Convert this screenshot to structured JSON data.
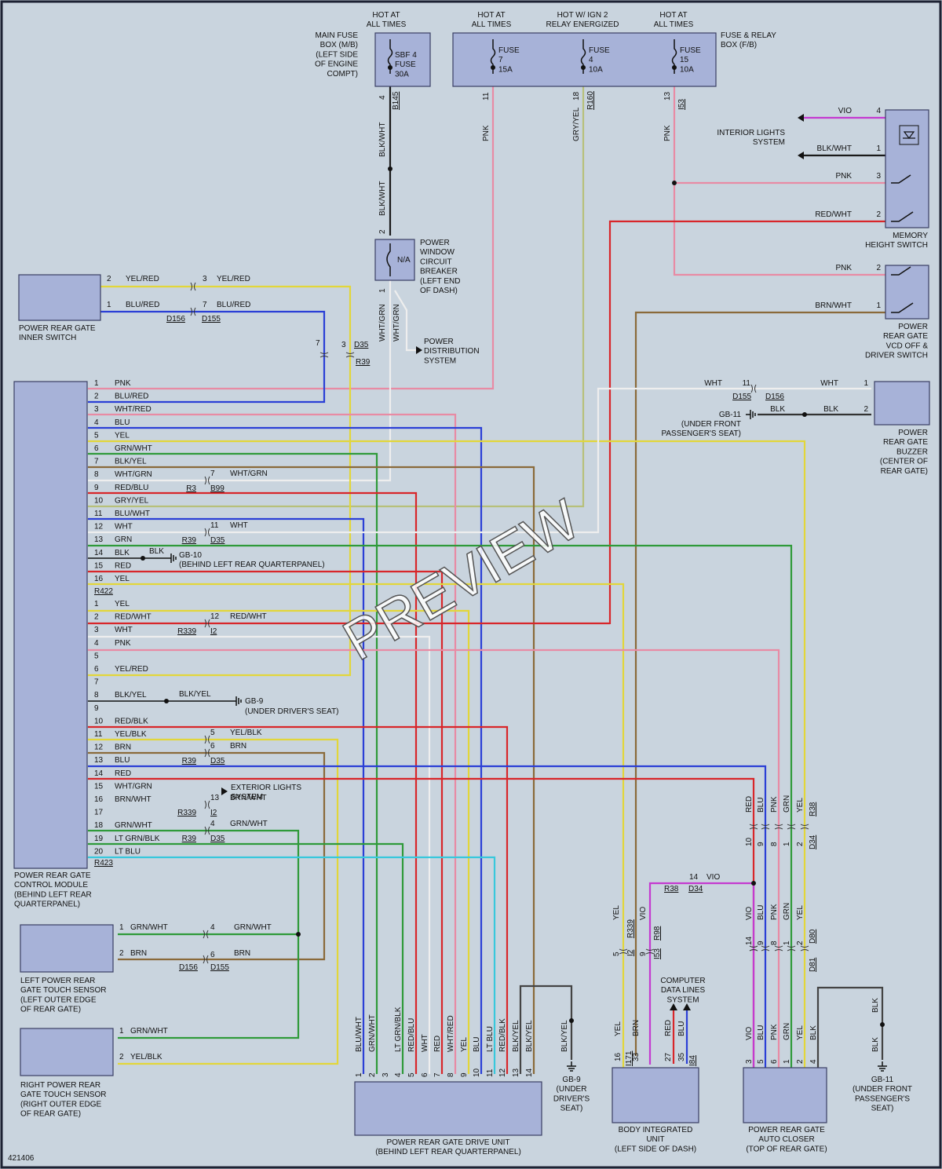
{
  "diagram_id": "421406",
  "watermark": "PREVIEW",
  "top_headers": [
    [
      "HOT AT",
      "ALL TIMES"
    ],
    [
      "HOT AT",
      "ALL TIMES"
    ],
    [
      "HOT W/ IGN 2",
      "RELAY ENERGIZED"
    ],
    [
      "HOT AT",
      "ALL TIMES"
    ]
  ],
  "main_fuse_box": {
    "label": [
      "MAIN FUSE",
      "BOX (M/B)",
      "(LEFT SIDE",
      "OF ENGINE",
      "COMPT)"
    ],
    "fuse": [
      "SBF 4",
      "FUSE",
      "30A"
    ],
    "pin": "4",
    "connector": "B145",
    "wire": "BLK/WHT"
  },
  "fuse_relay_box": {
    "label": [
      "FUSE & RELAY",
      "BOX (F/B)"
    ],
    "fuses": [
      {
        "text": [
          "FUSE",
          "7",
          "15A"
        ],
        "pin": "11",
        "connector": "",
        "wire": "PNK"
      },
      {
        "text": [
          "FUSE",
          "4",
          "10A"
        ],
        "pin": "18",
        "connector": "R160",
        "wire": "GRY/YEL"
      },
      {
        "text": [
          "FUSE",
          "15",
          "10A"
        ],
        "pin": "13",
        "connector": "I53",
        "wire": "PNK"
      }
    ]
  },
  "breaker": {
    "label": [
      "POWER",
      "WINDOW",
      "CIRCUIT",
      "BREAKER",
      "(LEFT END",
      "OF DASH)"
    ],
    "text": "N/A",
    "pin_top": "2",
    "pin_bottom": "1",
    "wire_top": "BLK/WHT",
    "wire_out1": "WHT/GRN",
    "wire_out2": "WHT/GRN"
  },
  "power_distribution": [
    "POWER",
    "DISTRIBUTION",
    "SYSTEM"
  ],
  "interior_lights": [
    "INTERIOR LIGHTS",
    "SYSTEM"
  ],
  "memory_switch": {
    "label": [
      "MEMORY",
      "HEIGHT SWITCH"
    ],
    "pins": [
      {
        "pin": "4",
        "wire": "VIO"
      },
      {
        "pin": "1",
        "wire": "BLK/WHT"
      },
      {
        "pin": "3",
        "wire": "PNK"
      },
      {
        "pin": "2",
        "wire": "RED/WHT"
      }
    ]
  },
  "vcd_switch": {
    "label": [
      "POWER",
      "REAR GATE",
      "VCD OFF &",
      "DRIVER SWITCH"
    ],
    "pins": [
      {
        "pin": "2",
        "wire": "PNK"
      },
      {
        "pin": "1",
        "wire": "BRN/WHT"
      }
    ]
  },
  "buzzer": {
    "label": [
      "POWER",
      "REAR GATE",
      "BUZZER",
      "(CENTER OF",
      "REAR GATE)"
    ],
    "pins": [
      {
        "pin": "1",
        "wire": "WHT"
      },
      {
        "pin": "2",
        "wire": "BLK"
      }
    ],
    "splice": {
      "pin": "11",
      "left": "D155",
      "right": "D156",
      "wire_left": "WHT"
    },
    "ground": {
      "name": "GB-11",
      "loc": [
        "(UNDER FRONT",
        "PASSENGER'S SEAT)"
      ],
      "wire": "BLK"
    }
  },
  "inner_switch": {
    "label": [
      "POWER REAR GATE",
      "INNER SWITCH"
    ],
    "pins": [
      {
        "pin": "2",
        "wire": "YEL/RED",
        "spin": "3",
        "swire": "YEL/RED"
      },
      {
        "pin": "1",
        "wire": "BLU/RED",
        "spin": "7",
        "swire": "BLU/RED"
      }
    ],
    "conn_left": "D156",
    "conn_right": "D155",
    "d35": {
      "p1": "7",
      "p2": "3",
      "c1": "D35",
      "c2": "R39"
    }
  },
  "module": {
    "label": [
      "POWER REAR GATE",
      "CONTROL MODULE",
      "(BEHIND LEFT REAR",
      "QUARTERPANEL)"
    ],
    "conn1": "R422",
    "conn2": "R423",
    "pins1": [
      {
        "pin": "1",
        "wire": "PNK"
      },
      {
        "pin": "2",
        "wire": "BLU/RED"
      },
      {
        "pin": "3",
        "wire": "WHT/RED"
      },
      {
        "pin": "4",
        "wire": "BLU"
      },
      {
        "pin": "5",
        "wire": "YEL"
      },
      {
        "pin": "6",
        "wire": "GRN/WHT"
      },
      {
        "pin": "7",
        "wire": "BLK/YEL"
      },
      {
        "pin": "8",
        "wire": "WHT/GRN"
      },
      {
        "pin": "9",
        "wire": "RED/BLU"
      },
      {
        "pin": "10",
        "wire": "GRY/YEL"
      },
      {
        "pin": "11",
        "wire": "BLU/WHT"
      },
      {
        "pin": "12",
        "wire": "WHT"
      },
      {
        "pin": "13",
        "wire": "GRN"
      },
      {
        "pin": "14",
        "wire": "BLK"
      },
      {
        "pin": "15",
        "wire": "RED"
      },
      {
        "pin": "16",
        "wire": "YEL"
      }
    ],
    "pins2": [
      {
        "pin": "1",
        "wire": "YEL"
      },
      {
        "pin": "2",
        "wire": "RED/WHT"
      },
      {
        "pin": "3",
        "wire": "WHT"
      },
      {
        "pin": "4",
        "wire": "PNK"
      },
      {
        "pin": "5",
        "wire": ""
      },
      {
        "pin": "6",
        "wire": "YEL/RED"
      },
      {
        "pin": "7",
        "wire": ""
      },
      {
        "pin": "8",
        "wire": "BLK/YEL"
      },
      {
        "pin": "9",
        "wire": ""
      },
      {
        "pin": "10",
        "wire": "RED/BLK"
      },
      {
        "pin": "11",
        "wire": "YEL/BLK"
      },
      {
        "pin": "12",
        "wire": "BRN"
      },
      {
        "pin": "13",
        "wire": "BLU"
      },
      {
        "pin": "14",
        "wire": "RED"
      },
      {
        "pin": "15",
        "wire": "WHT/GRN"
      },
      {
        "pin": "16",
        "wire": "BRN/WHT"
      },
      {
        "pin": "17",
        "wire": ""
      },
      {
        "pin": "18",
        "wire": "GRN/WHT"
      },
      {
        "pin": "19",
        "wire": "LT GRN/BLK"
      },
      {
        "pin": "20",
        "wire": "LT BLU"
      }
    ],
    "inline": [
      {
        "pin": "7",
        "wire": "WHT/GRN",
        "c1": "R3",
        "c2": "B99"
      },
      {
        "pin": "11",
        "wire": "WHT",
        "c1": "R39",
        "c2": "D35"
      },
      {
        "pin": "12",
        "wire": "RED/WHT",
        "c1": "R339",
        "c2": "I2"
      },
      {
        "pin": "5",
        "wire": "YEL/BLK",
        "c1": "",
        "c2": ""
      },
      {
        "pin": "6",
        "wire": "BRN",
        "c1": "R39",
        "c2": "D35"
      },
      {
        "pin": "13",
        "wire": "BRN/WHT",
        "c1": "R339",
        "c2": "I2"
      },
      {
        "pin": "4",
        "wire": "GRN/WHT",
        "c1": "R39",
        "c2": "D35"
      }
    ],
    "gb10": {
      "wire": "BLK",
      "name": "GB-10",
      "loc": "(BEHIND LEFT REAR QUARTERPANEL)"
    },
    "gb9": {
      "wire": "BLK/YEL",
      "name": "GB-9",
      "loc": "(UNDER DRIVER'S SEAT)"
    },
    "exterior": [
      "EXTERIOR LIGHTS",
      "SYSTEM"
    ]
  },
  "left_sensor": {
    "label": [
      "LEFT POWER REAR",
      "GATE TOUCH SENSOR",
      "(LEFT OUTER EDGE",
      "OF REAR GATE)"
    ],
    "pins": [
      {
        "pin": "1",
        "wire": "GRN/WHT",
        "spin": "4",
        "swire": "GRN/WHT"
      },
      {
        "pin": "2",
        "wire": "BRN",
        "spin": "6",
        "swire": "BRN"
      }
    ],
    "conn_left": "D156",
    "conn_right": "D155"
  },
  "right_sensor": {
    "label": [
      "RIGHT POWER REAR",
      "GATE TOUCH SENSOR",
      "(RIGHT OUTER EDGE",
      "OF REAR GATE)"
    ],
    "pins": [
      {
        "pin": "1",
        "wire": "GRN/WHT"
      },
      {
        "pin": "2",
        "wire": "YEL/BLK"
      }
    ]
  },
  "drive_unit": {
    "label": [
      "POWER REAR GATE DRIVE UNIT",
      "(BEHIND LEFT REAR QUARTERPANEL)"
    ],
    "pins": [
      {
        "pin": "1",
        "wire": "BLU/WHT"
      },
      {
        "pin": "2",
        "wire": "GRN/WHT"
      },
      {
        "pin": "3",
        "wire": ""
      },
      {
        "pin": "4",
        "wire": "LT GRN/BLK"
      },
      {
        "pin": "5",
        "wire": "RED/BLU"
      },
      {
        "pin": "6",
        "wire": "WHT"
      },
      {
        "pin": "7",
        "wire": "RED"
      },
      {
        "pin": "8",
        "wire": "WHT/RED"
      },
      {
        "pin": "9",
        "wire": "YEL"
      },
      {
        "pin": "10",
        "wire": "BLU"
      },
      {
        "pin": "11",
        "wire": "LT BLU"
      },
      {
        "pin": "12",
        "wire": "RED/BLK"
      },
      {
        "pin": "13",
        "wire": "BLK/YEL"
      },
      {
        "pin": "14",
        "wire": "BLK/YEL"
      }
    ],
    "ground": {
      "wire": "BLK/YEL",
      "name": "GB-9",
      "loc": [
        "(UNDER",
        "DRIVER'S",
        "SEAT)"
      ]
    }
  },
  "biu": {
    "label": [
      "BODY INTEGRATED",
      "UNIT",
      "(LEFT SIDE OF DASH)"
    ],
    "pins": [
      {
        "pin": "16",
        "conn": "I171",
        "wire": "YEL"
      },
      {
        "pin": "33",
        "conn": "",
        "wire": "BRN"
      },
      {
        "pin": "27",
        "conn": "",
        "wire": "RED"
      },
      {
        "pin": "35",
        "conn": "I84",
        "wire": "BLU"
      }
    ],
    "upper": [
      {
        "pin": "5",
        "c1": "R339",
        "c2": "I2",
        "wire": "YEL"
      },
      {
        "pin": "9",
        "c1": "R98",
        "c2": "I53",
        "wire": "VIO"
      }
    ],
    "cdl": [
      "COMPUTER",
      "DATA LINES",
      "SYSTEM"
    ],
    "vio": {
      "pin": "14",
      "wire": "VIO",
      "c1": "R38",
      "c2": "D34"
    }
  },
  "closer": {
    "label": [
      "POWER REAR GATE",
      "AUTO CLOSER",
      "(TOP OF REAR GATE)"
    ],
    "pins": [
      {
        "pin": "3",
        "wire": "VIO"
      },
      {
        "pin": "5",
        "wire": "BLU"
      },
      {
        "pin": "6",
        "wire": "PNK"
      },
      {
        "pin": "1",
        "wire": "GRN"
      },
      {
        "pin": "2",
        "wire": "YEL"
      },
      {
        "pin": "4",
        "wire": "BLK"
      }
    ],
    "upper": {
      "wires": [
        "RED",
        "BLU",
        "PNK",
        "GRN",
        "YEL"
      ],
      "pins": [
        "10",
        "9",
        "8",
        "1",
        "2"
      ],
      "conn1": "R38",
      "conn2": "D34"
    },
    "mid": {
      "wires": [
        "VIO",
        "BLU",
        "PNK",
        "GRN",
        "YEL"
      ],
      "pins": [
        "14",
        "9",
        "8",
        "1",
        "2"
      ],
      "conn1": "D80",
      "conn2": "D81"
    },
    "ground": {
      "wire1": "BLK",
      "wire2": "BLK",
      "name": "GB-11",
      "loc": [
        "(UNDER FRONT",
        "PASSENGER'S",
        "SEAT)"
      ]
    }
  },
  "colors": {
    "pnk": "#e88ba4",
    "red": "#d8262a",
    "blu": "#2b3fd6",
    "yel": "#e2d63a",
    "grn": "#2f9a3a",
    "vio": "#c43ad0",
    "ltblu": "#38c8dc",
    "brn": "#8a6a3a",
    "wht": "#eeeeee",
    "blk": "#1a1a1a"
  }
}
